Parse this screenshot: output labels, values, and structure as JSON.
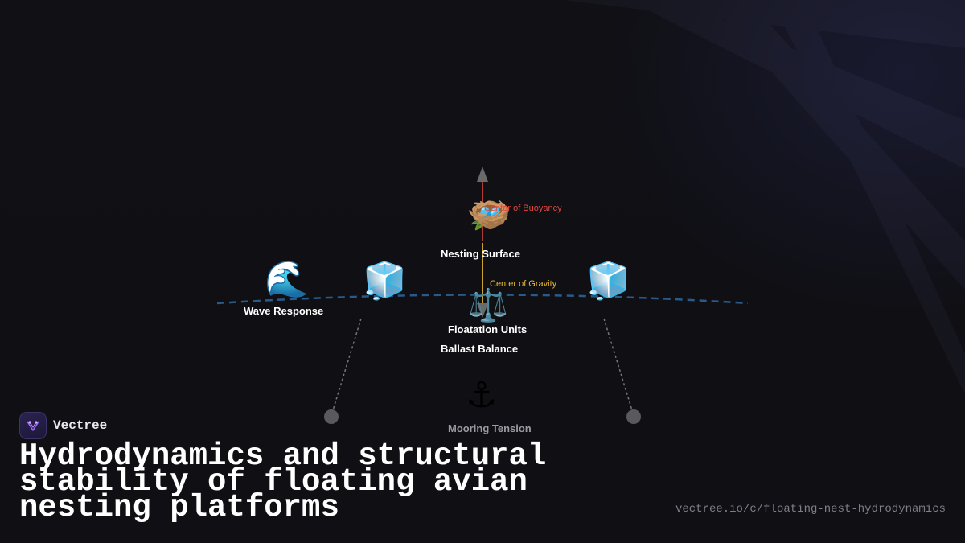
{
  "brand": {
    "name": "Vectree",
    "logo_icon": "vectree-logo-icon",
    "accent": "#9b6cff"
  },
  "title": "Hydrodynamics and structural stability of floating avian nesting platforms",
  "url": "vectree.io/c/floating-nest-hydrodynamics",
  "diagram": {
    "nodes": [
      {
        "id": "nesting-surface",
        "label": "Nesting Surface",
        "icon": "nest-icon",
        "glyph": "🪺"
      },
      {
        "id": "wave-response",
        "label": "Wave Response",
        "icon": "wave-icon",
        "glyph": "🌊"
      },
      {
        "id": "floatation-units",
        "label": "Floatation Units",
        "icon": "ice-cube-icon",
        "glyph": "🧊"
      },
      {
        "id": "ballast-balance",
        "label": "Ballast Balance",
        "icon": "balance-scale-icon",
        "glyph": "⚖️"
      },
      {
        "id": "mooring-tension",
        "label": "Mooring Tension",
        "icon": "anchor-icon",
        "glyph": "⚓"
      }
    ],
    "annotations": {
      "center_of_buoyancy": "Center of Buoyancy",
      "center_of_gravity": "Center of Gravity"
    },
    "colors": {
      "buoyancy": "#e0463c",
      "gravity": "#e8b830",
      "waterline": "#2a5a8a",
      "mooring": "#777777",
      "anchor_point": "#5a5a5e",
      "force_arrow": "#6a6a6a"
    }
  }
}
